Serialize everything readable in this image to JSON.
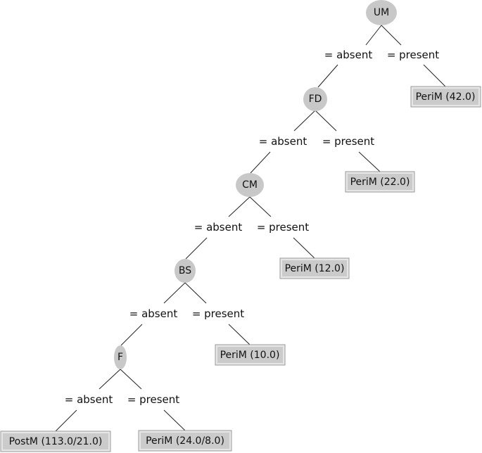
{
  "tree": {
    "nodes": [
      {
        "id": "um",
        "label": "UM"
      },
      {
        "id": "fd",
        "label": "FD"
      },
      {
        "id": "cm",
        "label": "CM"
      },
      {
        "id": "bs",
        "label": "BS"
      },
      {
        "id": "f",
        "label": "F"
      }
    ],
    "leaves": [
      {
        "id": "leaf-um-present",
        "label": "PeriM (42.0)"
      },
      {
        "id": "leaf-fd-present",
        "label": "PeriM (22.0)"
      },
      {
        "id": "leaf-cm-present",
        "label": "PeriM (12.0)"
      },
      {
        "id": "leaf-bs-present",
        "label": "PeriM (10.0)"
      },
      {
        "id": "leaf-f-absent",
        "label": "PostM (113.0/21.0)"
      },
      {
        "id": "leaf-f-present",
        "label": "PeriM (24.0/8.0)"
      }
    ],
    "edges": [
      {
        "id": "um-absent",
        "label": "= absent"
      },
      {
        "id": "um-present",
        "label": "= present"
      },
      {
        "id": "fd-absent",
        "label": "= absent"
      },
      {
        "id": "fd-present",
        "label": "= present"
      },
      {
        "id": "cm-absent",
        "label": "= absent"
      },
      {
        "id": "cm-present",
        "label": "= present"
      },
      {
        "id": "bs-absent",
        "label": "= absent"
      },
      {
        "id": "bs-present",
        "label": "= present"
      },
      {
        "id": "f-absent",
        "label": "= absent"
      },
      {
        "id": "f-present",
        "label": "= present"
      }
    ]
  }
}
